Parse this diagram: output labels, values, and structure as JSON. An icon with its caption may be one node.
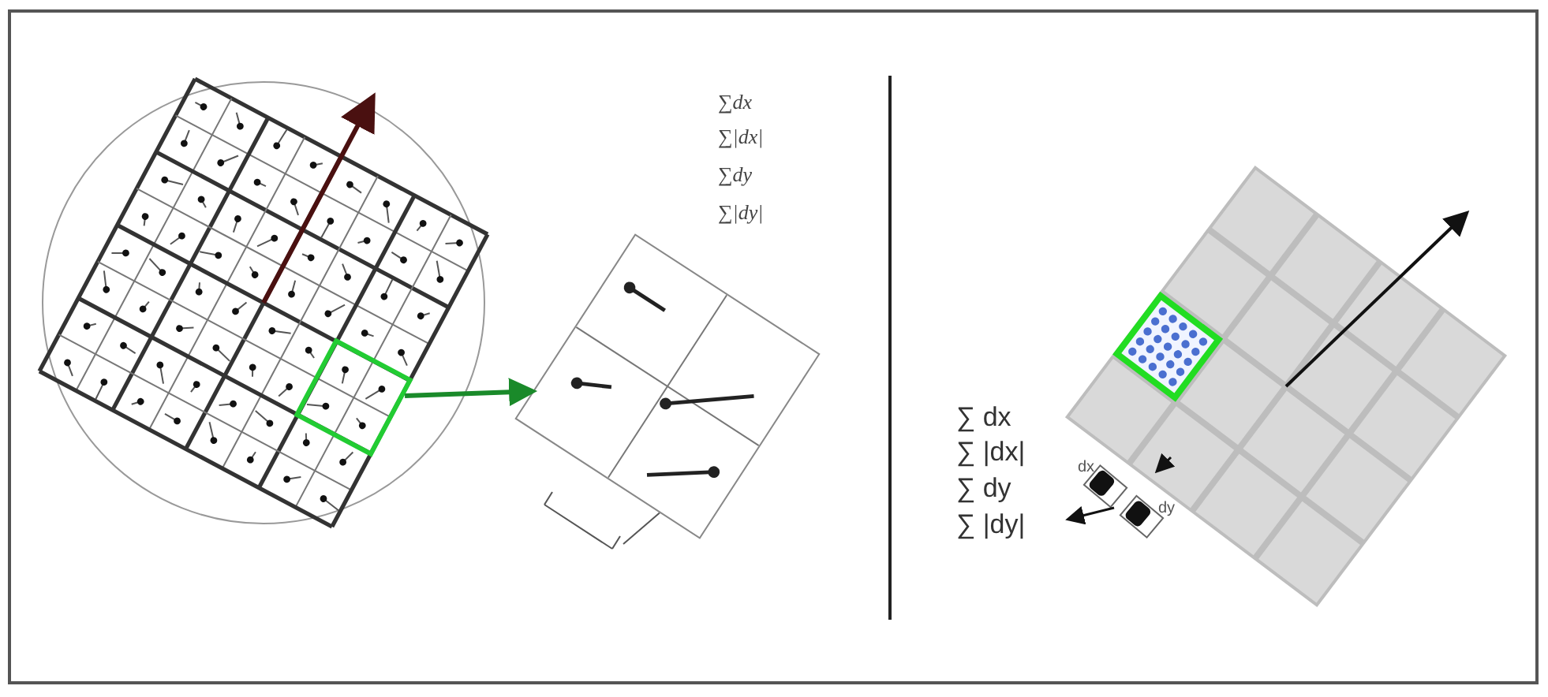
{
  "diagram": {
    "nodes": [
      {
        "text": [],
        "shape": "box"
      },
      {
        "text": [],
        "shape": "box"
      }
    ],
    "edges": [
      {
        "from": 0,
        "to": 1,
        "arrow": "to",
        "color": "#1a8a2a"
      }
    ],
    "labels": [
      "∑dx",
      "∑|dx|",
      "∑dy",
      "∑|dy|",
      "∑ dx",
      "∑ |dx|",
      "∑ dy",
      "∑ |dy|",
      "dx",
      "dy"
    ]
  }
}
